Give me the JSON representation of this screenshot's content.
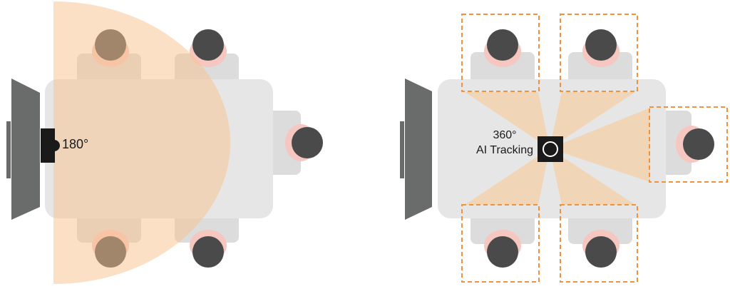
{
  "left_panel": {
    "camera_label": "180°"
  },
  "right_panel": {
    "camera_label_line1": "360°",
    "camera_label_line2": "AI Tracking"
  },
  "colors": {
    "table": "#e6e6e6",
    "chair": "#dcdcdc",
    "head": "#4a4a4a",
    "head_in_view": "#6b4e32",
    "shoulder": "#f6c6c0",
    "fov": "#f9c18b",
    "screen": "#6a6c6b",
    "camera": "#1a1a1a",
    "tracking_box": "#f0933a"
  }
}
